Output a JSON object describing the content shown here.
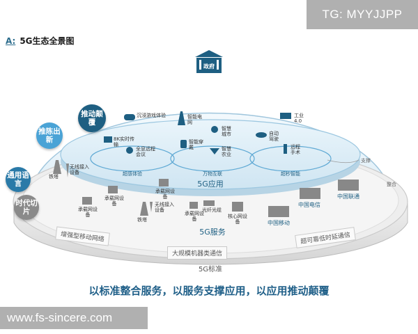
{
  "header": {
    "prefix": "A:",
    "title": "5G生态全景图"
  },
  "watermark_top": "TG: MYYJJPP",
  "watermark_bottom": "www.fs-sincere.com",
  "government": "政府",
  "bubbles": [
    {
      "text": "推动颠覆",
      "color": "#1e5f82"
    },
    {
      "text": "推陈出新",
      "color": "#4aa3d6"
    },
    {
      "text": "通用语言",
      "color": "#2a7aa8"
    },
    {
      "text": "时代切片",
      "color": "#8a8a8a"
    }
  ],
  "application_layer": {
    "title": "5G应用",
    "groups": [
      {
        "label": "超感体验"
      },
      {
        "label": "万物互联"
      },
      {
        "label": "超秒智能"
      }
    ],
    "items": [
      {
        "label": "沉浸游戏体验",
        "icon": "gamepad-icon"
      },
      {
        "label": "智能电网",
        "icon": "power-tower-icon"
      },
      {
        "label": "工业4.0",
        "icon": "factory-icon"
      },
      {
        "label": "智慧城市",
        "icon": "city-icon"
      },
      {
        "label": "8K实时传输",
        "icon": "tv-icon"
      },
      {
        "label": "智能穿戴",
        "icon": "watch-icon"
      },
      {
        "label": "自动驾驶",
        "icon": "car-icon"
      },
      {
        "label": "全息远程会议",
        "icon": "people-icon"
      },
      {
        "label": "智慧农业",
        "icon": "drone-icon"
      },
      {
        "label": "远程手术",
        "icon": "robot-arm-icon"
      }
    ]
  },
  "service_layer": {
    "title": "5G服务",
    "items": [
      {
        "label": "铁塔",
        "icon": "tower-icon"
      },
      {
        "label": "无线接入设备",
        "icon": "antenna-icon"
      },
      {
        "label": "承载网设备",
        "icon": "server-icon"
      },
      {
        "label": "承载网设备",
        "icon": "server-icon"
      },
      {
        "label": "承载网设备",
        "icon": "server-icon"
      },
      {
        "label": "铁塔",
        "icon": "tower-icon"
      },
      {
        "label": "无线接入设备",
        "icon": "antenna-icon"
      },
      {
        "label": "承载网设备",
        "icon": "server-icon"
      },
      {
        "label": "光纤光缆",
        "icon": "fiber-icon"
      },
      {
        "label": "核心网设备",
        "icon": "core-server-icon"
      }
    ],
    "operators": [
      {
        "label": "中国电信"
      },
      {
        "label": "中国联通"
      },
      {
        "label": "中国移动"
      }
    ],
    "support": "支撑",
    "integrate": "整合"
  },
  "standard_layer": {
    "title": "5G标准",
    "bands": [
      {
        "label": "增强型移动网络"
      },
      {
        "label": "大规模机器类通信"
      },
      {
        "label": "超可靠低时延通信"
      }
    ]
  },
  "slogan": "以标准整合服务，以服务支撑应用，以应用推动颠覆"
}
